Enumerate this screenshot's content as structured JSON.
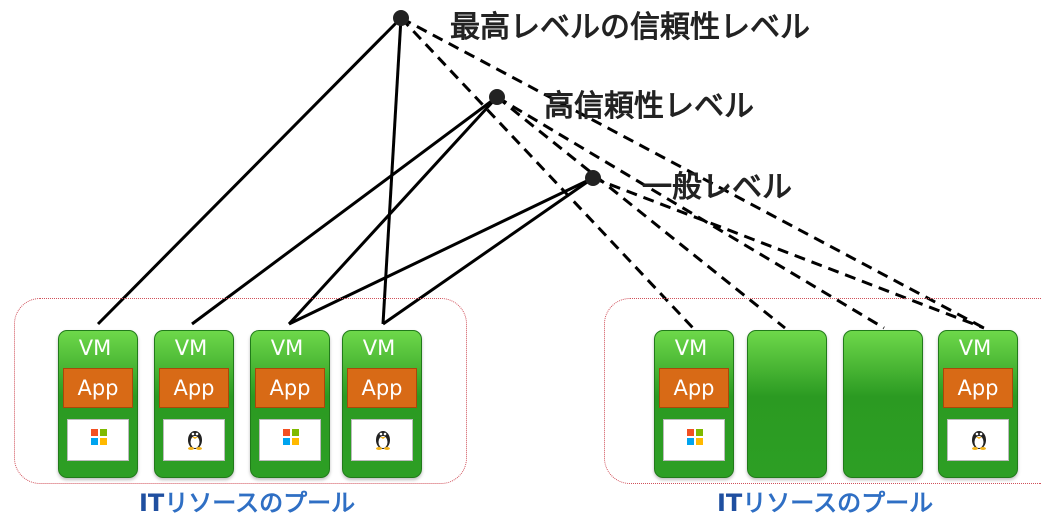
{
  "levels": {
    "highest": "最高レベルの信頼性レベル",
    "high": "高信頼性レベル",
    "general": "一般レベル"
  },
  "pools": [
    {
      "label_prefix": "IT",
      "label_rest": "リソースのプール"
    },
    {
      "label_prefix": "IT",
      "label_rest": "リソースのプール"
    }
  ],
  "vm": {
    "vm_label": "VM",
    "app_label": "App"
  },
  "colors": {
    "vm_green": "#2d9f24",
    "app_orange": "#d86a16",
    "pool_border": "#d0505a",
    "pool_label": "#2f6fc4"
  },
  "icons": {
    "windows": "windows-logo-icon",
    "linux": "linux-tux-icon"
  }
}
